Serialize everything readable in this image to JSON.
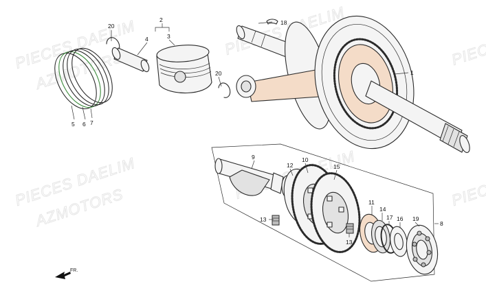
{
  "watermark": {
    "line1": "PIECES DAELIM",
    "line2": "AZMOTORS"
  },
  "direction_label": "FR.",
  "colors": {
    "line": "#2a2a2a",
    "tint": "#f4dcc8",
    "ring_accent": "#3a8a3a",
    "metal": "#f4f4f4"
  },
  "callouts": {
    "c1": "1",
    "c2": "2",
    "c3": "3",
    "c4": "4",
    "c5": "5",
    "c6": "6",
    "c7": "7",
    "c8": "8",
    "c9": "9",
    "c10": "10",
    "c11": "11",
    "c12": "12",
    "c13a": "13",
    "c13b": "13",
    "c14": "14",
    "c15": "15",
    "c16": "16",
    "c17": "17",
    "c18": "18",
    "c19": "19",
    "c20a": "20",
    "c20b": "20"
  }
}
